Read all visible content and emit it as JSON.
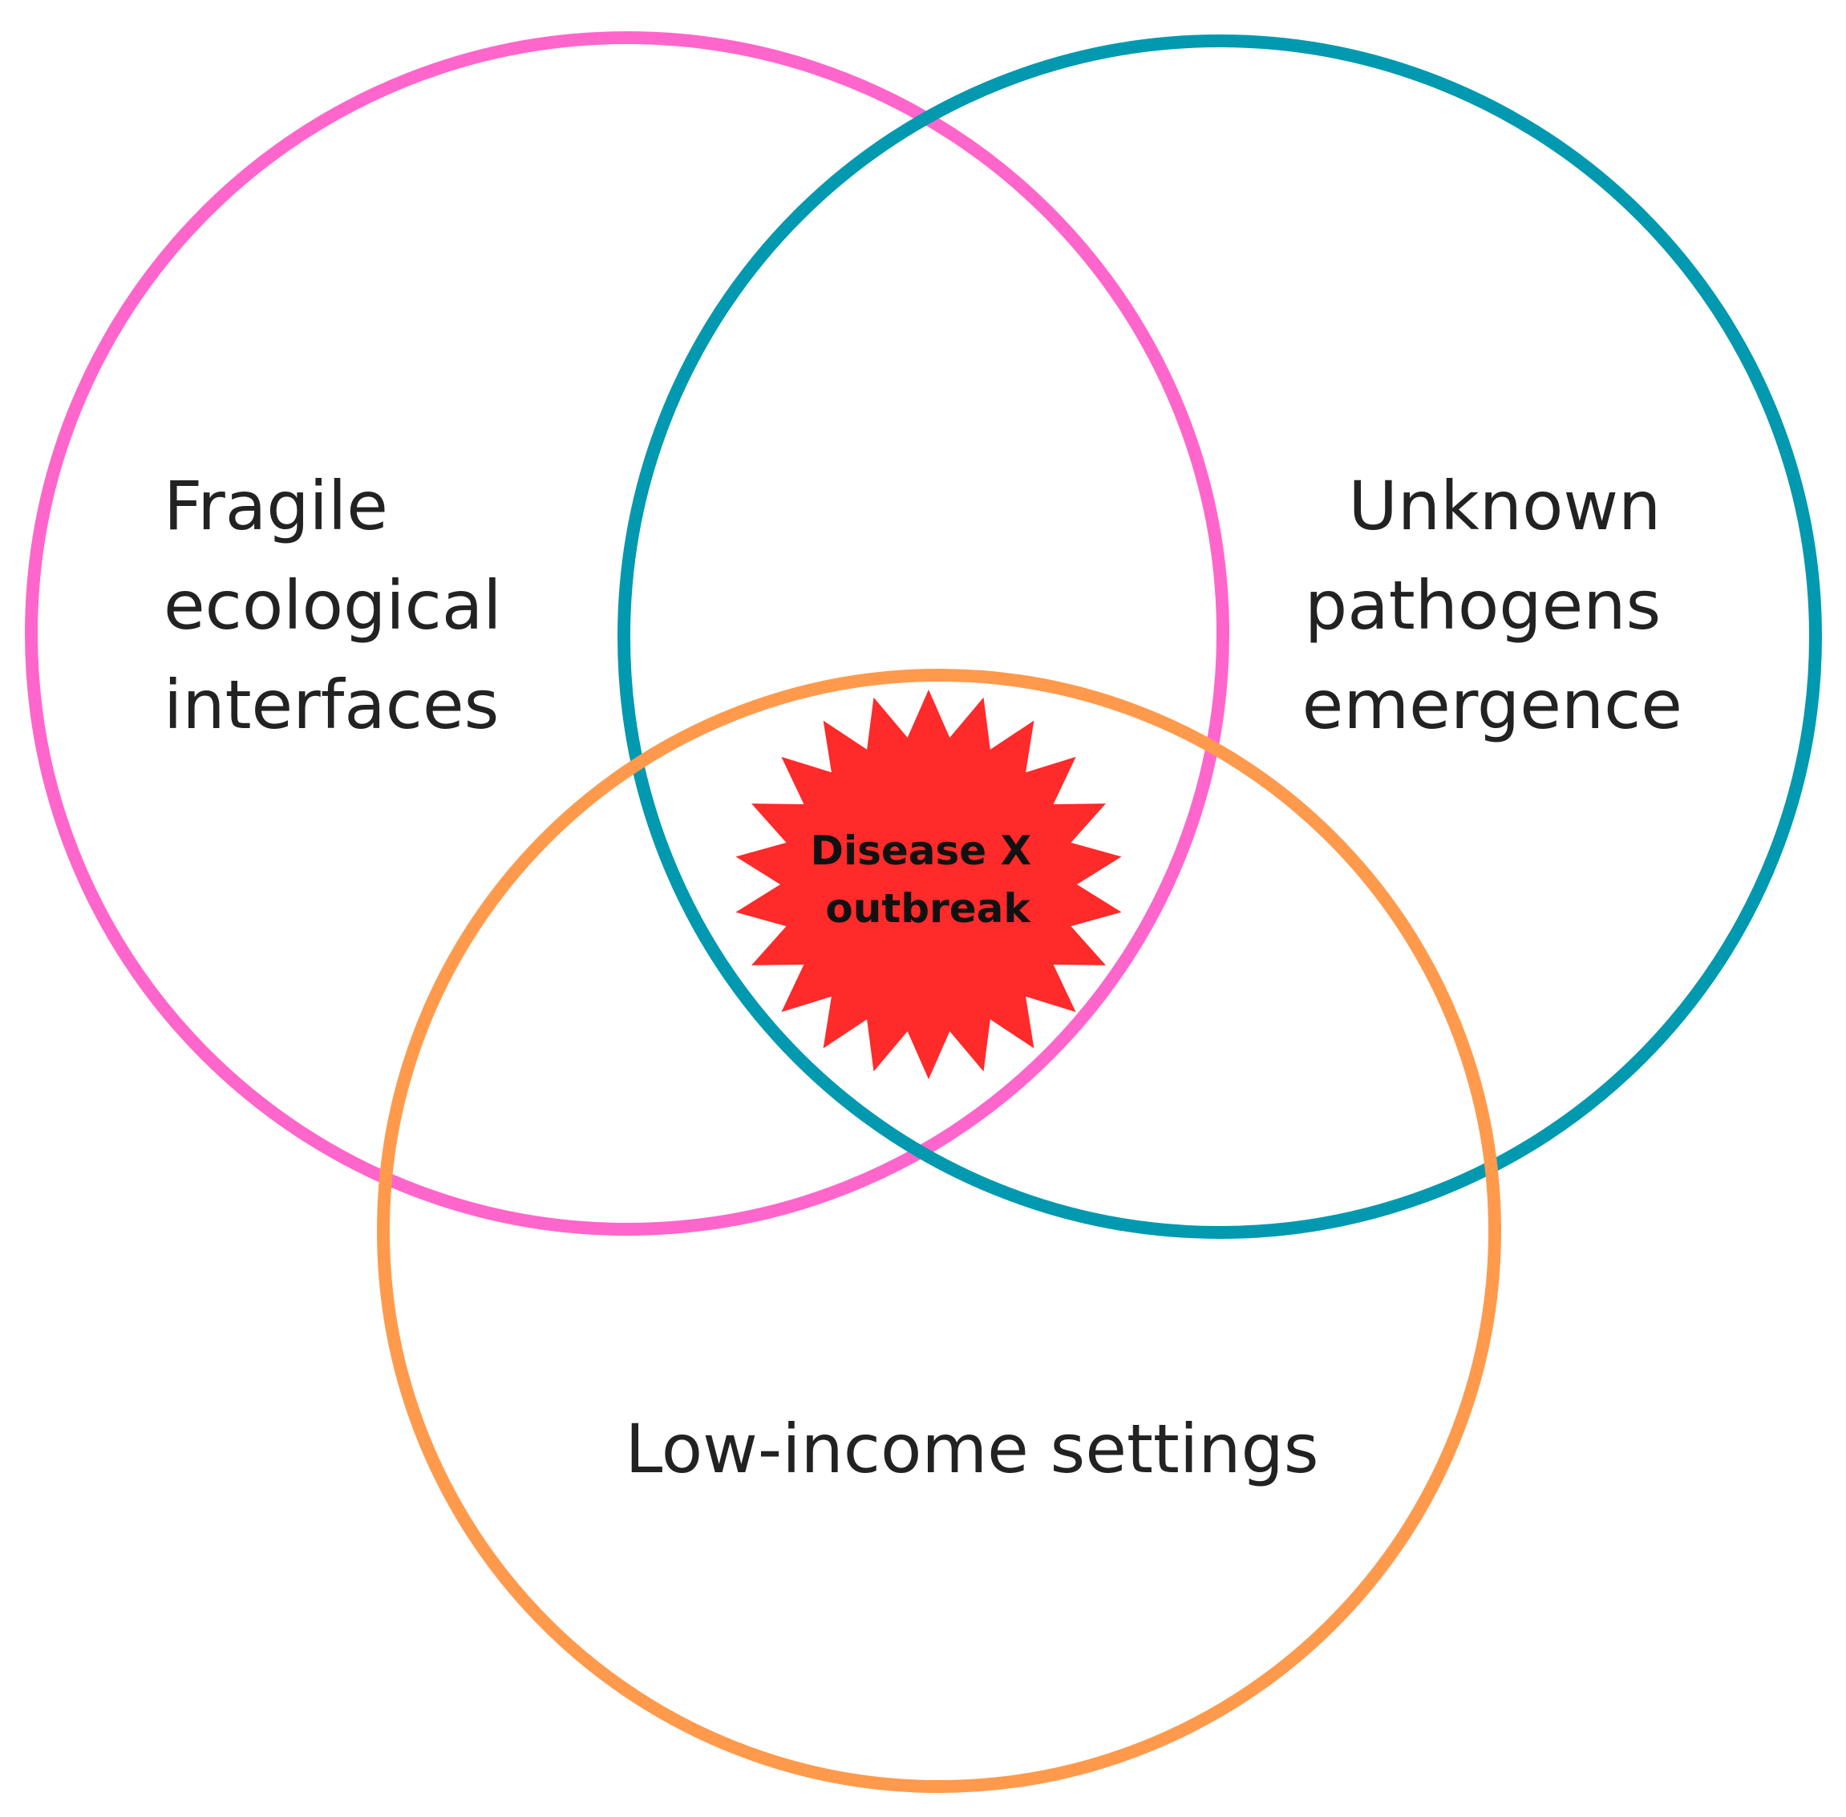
{
  "diagram": {
    "sets": [
      {
        "id": "fragile",
        "lines": [
          "Fragile",
          "ecological",
          "interfaces"
        ],
        "color": "#ff66cc"
      },
      {
        "id": "unknown",
        "lines": [
          "Unknown",
          "pathogens",
          "emergence"
        ],
        "color": "#0099b0"
      },
      {
        "id": "low-income",
        "lines": [
          "Low-income settings"
        ],
        "color": "#ff9a4d"
      }
    ],
    "center": {
      "lines": [
        "Disease X",
        "outbreak"
      ],
      "color": "#ff2a2a"
    }
  }
}
